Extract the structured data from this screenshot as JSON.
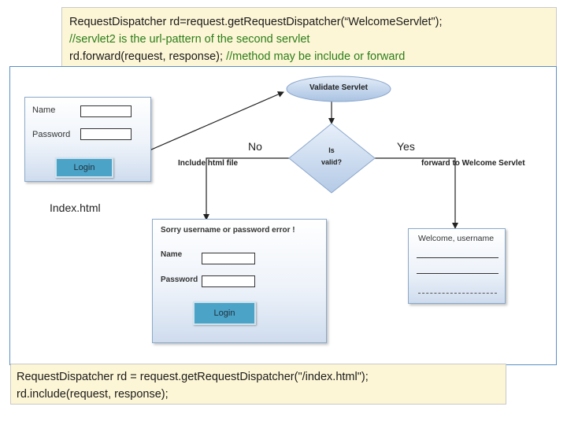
{
  "top_code": {
    "line1": "RequestDispatcher rd=request.getRequestDispatcher(“WelcomeServlet\");",
    "line2": "//servlet2 is the url-pattern of the second servlet",
    "line3_code": "rd.forward(request, response); ",
    "line3_comment": "//method may be include or forward"
  },
  "bottom_code": {
    "line1": "RequestDispatcher rd = request.getRequestDispatcher(\"/index.html\");",
    "line2": "rd.include(request, response);"
  },
  "index_form": {
    "name_label": "Name",
    "password_label": "Password",
    "login_label": "Login",
    "caption": "Index.html"
  },
  "validate_node": {
    "label": "Validate Servlet"
  },
  "decision_node": {
    "line1": "Is",
    "line2": "valid?"
  },
  "no_label": "No",
  "yes_label": "Yes",
  "include_label": "Include  html file",
  "forward_label": "forward  to  Welcome   Servlet",
  "error_form": {
    "message": "Sorry  username   or  password  error  !",
    "name_label": "Name",
    "password_label": "Password",
    "login_label": "Login"
  },
  "welcome_panel": {
    "text": "Welcome, username"
  },
  "colors": {
    "ellipse": "#c3d5ec",
    "button": "#4ba3c7",
    "code_bg": "#fdf6d6",
    "frame": "#5b8fc7"
  }
}
